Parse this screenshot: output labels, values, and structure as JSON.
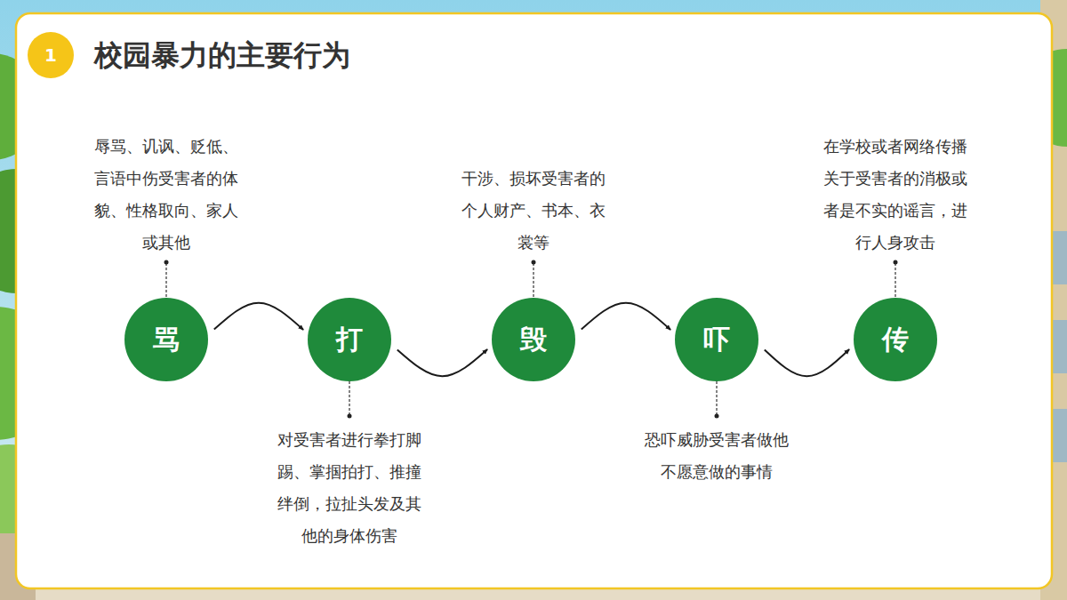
{
  "diagram": {
    "title": "校园暴力的主要行为",
    "nodes": [
      {
        "text": [
          "1"
        ]
      },
      {
        "text": [
          "骂",
          "辱骂、讥讽、贬低、言语中伤受害者的体貌、性格取向、家人或其他"
        ]
      },
      {
        "text": [
          "打",
          "对受害者进行拳打脚踢、掌掴拍打、推撞绊倒，拉扯头发及其他的身体伤害"
        ]
      },
      {
        "text": [
          "毁",
          "干涉、损坏受害者的个人财产、书本、衣裳等"
        ]
      },
      {
        "text": [
          "吓",
          "恐吓威胁受害者做他不愿意做的事情"
        ]
      },
      {
        "text": [
          "传",
          "在学校或者网络传播关于受害者的消极或者是不实的谣言，进行人身攻击"
        ]
      }
    ],
    "edges": [
      {
        "from": 1,
        "to": 2,
        "arrow": "to"
      },
      {
        "from": 2,
        "to": 3,
        "arrow": "to"
      },
      {
        "from": 3,
        "to": 4,
        "arrow": "to"
      },
      {
        "from": 4,
        "to": 5,
        "arrow": "to"
      }
    ]
  }
}
